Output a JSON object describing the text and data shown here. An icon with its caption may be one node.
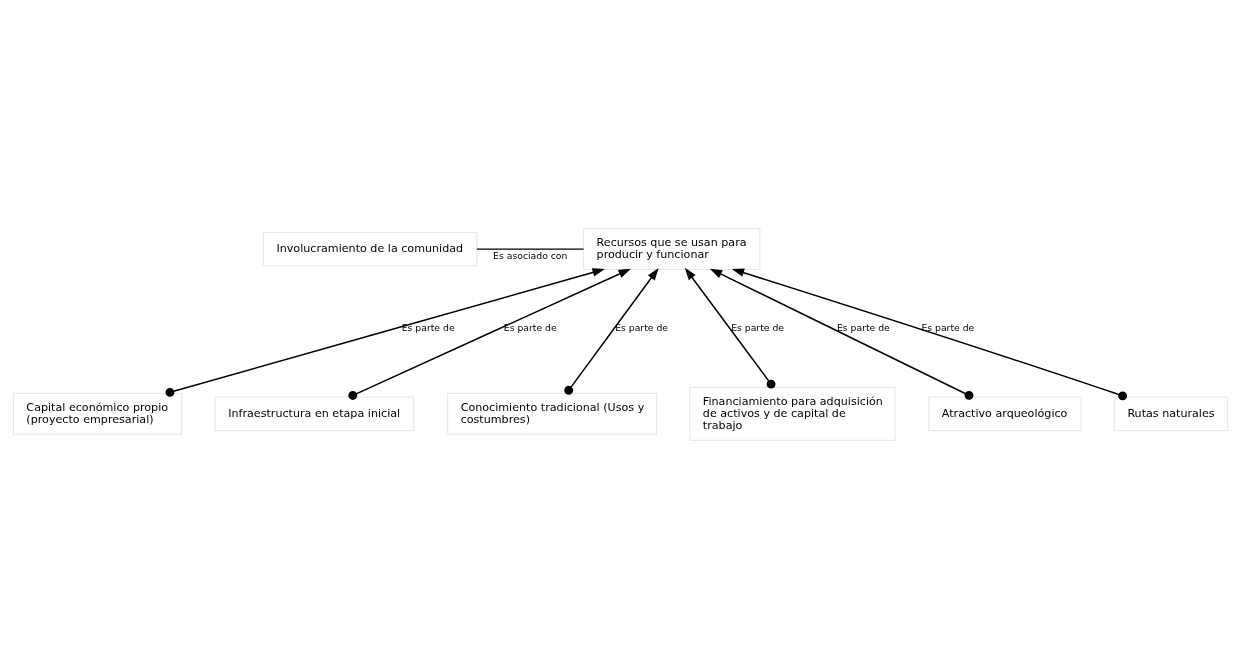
{
  "diagram": {
    "nodes": [
      {
        "text": [
          "Involucramiento de la comunidad"
        ]
      },
      {
        "text": [
          "Recursos que se usan para producir y funcionar"
        ]
      },
      {
        "text": [
          "Capital económico propio (proyecto empresarial)"
        ]
      },
      {
        "text": [
          "Infraestructura en etapa inicial"
        ]
      },
      {
        "text": [
          "Conocimiento tradicional (Usos y costumbres)"
        ]
      },
      {
        "text": [
          "Financiamiento para adquisición de activos y de capital de trabajo"
        ]
      },
      {
        "text": [
          "Atractivo arqueológico"
        ]
      },
      {
        "text": [
          "Rutas naturales"
        ]
      }
    ],
    "edges": [
      {
        "from": 0,
        "to": 1,
        "arrow": "none",
        "label": "Es asociado con"
      },
      {
        "from": 2,
        "to": 1,
        "arrow": "to",
        "label": "Es parte de"
      },
      {
        "from": 3,
        "to": 1,
        "arrow": "to",
        "label": "Es parte de"
      },
      {
        "from": 5,
        "to": 1,
        "arrow": "to",
        "label": "Es parte de"
      },
      {
        "from": 7,
        "to": 1,
        "arrow": "to",
        "label": "Es parte de"
      },
      {
        "from": 6,
        "to": 1,
        "arrow": "to",
        "label": "Es parte de"
      },
      {
        "from": 4,
        "to": 1,
        "arrow": "to",
        "label": "Es parte de"
      }
    ]
  }
}
